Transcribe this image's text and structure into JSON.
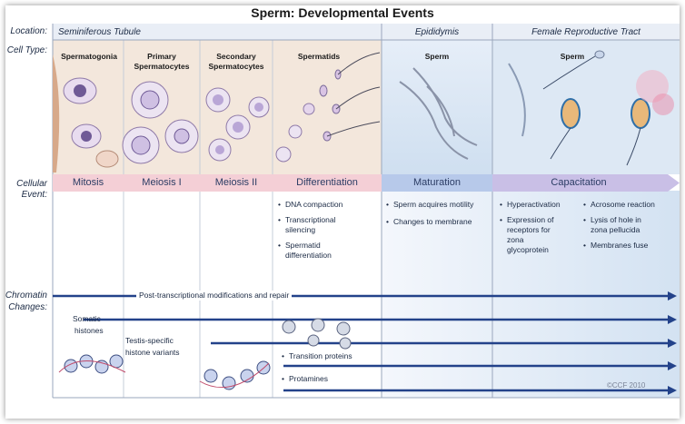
{
  "title": "Sperm: Developmental Events",
  "row_labels": {
    "location": "Location:",
    "cell_type": "Cell Type:",
    "cellular_event": [
      "Cellular",
      "Event:"
    ],
    "chromatin_changes": [
      "Chromatin",
      "Changes:"
    ]
  },
  "locations": {
    "seminiferous": "Seminiferous Tubule",
    "epididymis": "Epididymis",
    "female": "Female Reproductive Tract"
  },
  "cell_types": {
    "spermatogonia": "Spermatogonia",
    "primary": [
      "Primary",
      "Spermatocytes"
    ],
    "secondary": [
      "Secondary",
      "Spermatocytes"
    ],
    "spermatids": "Spermatids",
    "sperm_epididymis": "Sperm",
    "sperm_female": "Sperm"
  },
  "events": {
    "mitosis": "Mitosis",
    "meiosis1": "Meiosis I",
    "meiosis2": "Meiosis II",
    "differentiation": "Differentiation",
    "maturation": "Maturation",
    "capacitation": "Capacitation"
  },
  "event_details": {
    "differentiation": [
      "DNA compaction",
      "Transcriptional",
      "silencing",
      "Spermatid",
      "differentiation"
    ],
    "maturation": [
      "Sperm acquires motility",
      "Changes to membrane"
    ],
    "capacitation_left": [
      "Hyperactivation",
      "Expression of",
      "receptors for",
      "zona",
      "glycoprotein"
    ],
    "capacitation_right": [
      "Acrosome reaction",
      "Lysis of hole in",
      "zona pellucida",
      "Membranes fuse"
    ]
  },
  "chromatin": {
    "post_transcriptional": "Post-transcriptional modifications and repair",
    "somatic": [
      "Somatic",
      "histones"
    ],
    "testis_specific": [
      "Testis-specific",
      "histone variants"
    ],
    "transition": "Transition proteins",
    "protamines": "Protamines"
  },
  "copyright": "©CCF 2010",
  "colors": {
    "pink_bar": "#f4cfd6",
    "blue_bar": "#b7c9ea",
    "lavender_bar": "#c9bfe6",
    "arrow": "#23428a"
  }
}
